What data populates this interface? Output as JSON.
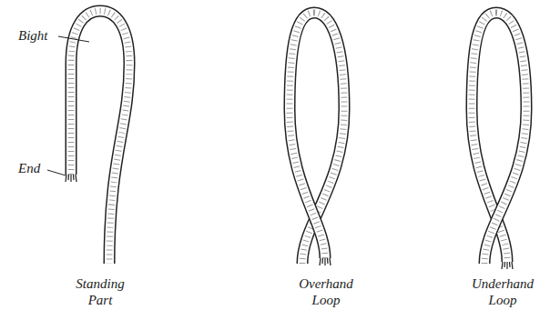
{
  "diagram": {
    "labels": [
      "Bight",
      "End",
      "Standing Part",
      "Overhand Loop",
      "Underhand Loop"
    ]
  }
}
